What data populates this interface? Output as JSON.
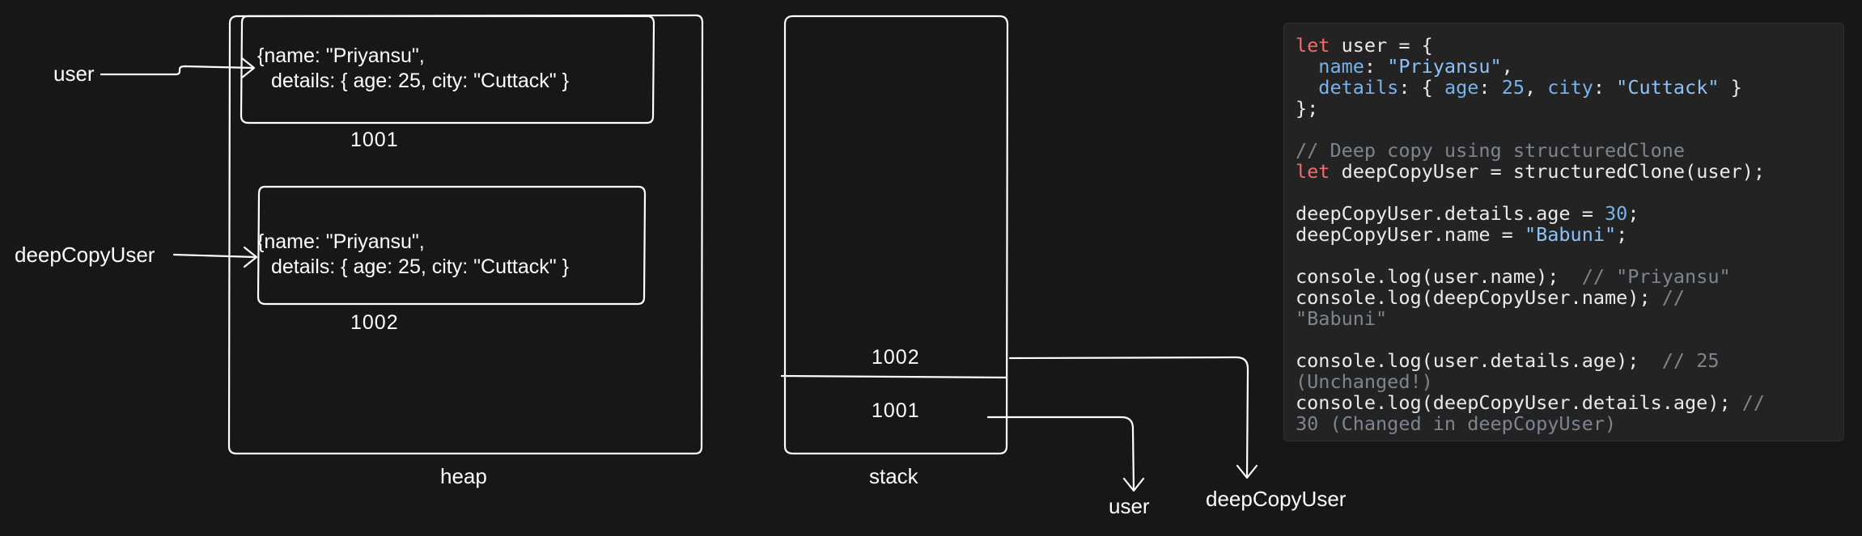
{
  "heap": {
    "label": "heap",
    "objects": [
      {
        "line1": "{name: \"Priyansu\",",
        "line2": "details: { age: 25, city: \"Cuttack\" }",
        "address": "1001"
      },
      {
        "line1": "{name: \"Priyansu\",",
        "line2": "details: { age: 25, city: \"Cuttack\" }",
        "address": "1002"
      }
    ]
  },
  "variables": {
    "user": "user",
    "deepCopyUser": "deepCopyUser"
  },
  "stack": {
    "label": "stack",
    "slots": [
      "1002",
      "1001"
    ]
  },
  "stack_outputs": {
    "user": "user",
    "deepCopyUser": "deepCopyUser"
  },
  "code": {
    "lines": [
      [
        [
          "kw",
          "let"
        ],
        [
          "t",
          " user = {"
        ]
      ],
      [
        [
          "t",
          "  "
        ],
        [
          "prop",
          "name"
        ],
        [
          "t",
          ": "
        ],
        [
          "str",
          "\"Priyansu\""
        ],
        [
          "t",
          ","
        ]
      ],
      [
        [
          "t",
          "  "
        ],
        [
          "prop",
          "details"
        ],
        [
          "t",
          ": { "
        ],
        [
          "prop",
          "age"
        ],
        [
          "t",
          ": "
        ],
        [
          "num",
          "25"
        ],
        [
          "t",
          ", "
        ],
        [
          "prop",
          "city"
        ],
        [
          "t",
          ": "
        ],
        [
          "str",
          "\"Cuttack\""
        ],
        [
          "t",
          " }"
        ]
      ],
      [
        [
          "t",
          "};"
        ]
      ],
      [],
      [
        [
          "cm",
          "// Deep copy using structuredClone"
        ]
      ],
      [
        [
          "kw",
          "let"
        ],
        [
          "t",
          " deepCopyUser = structuredClone(user);"
        ]
      ],
      [],
      [
        [
          "t",
          "deepCopyUser.details.age = "
        ],
        [
          "num",
          "30"
        ],
        [
          "t",
          ";"
        ]
      ],
      [
        [
          "t",
          "deepCopyUser.name = "
        ],
        [
          "str",
          "\"Babuni\""
        ],
        [
          "t",
          ";"
        ]
      ],
      [],
      [
        [
          "t",
          "console.log(user.name);  "
        ],
        [
          "cm",
          "// \"Priyansu\""
        ]
      ],
      [
        [
          "t",
          "console.log(deepCopyUser.name); "
        ],
        [
          "cm",
          "//"
        ]
      ],
      [
        [
          "cm",
          "\"Babuni\""
        ]
      ],
      [],
      [
        [
          "t",
          "console.log(user.details.age);  "
        ],
        [
          "cm",
          "// 25"
        ]
      ],
      [
        [
          "cm",
          "(Unchanged!)"
        ]
      ],
      [
        [
          "t",
          "console.log(deepCopyUser.details.age); "
        ],
        [
          "cm",
          "//"
        ]
      ],
      [
        [
          "cm",
          "30 (Changed in deepCopyUser)"
        ]
      ]
    ]
  },
  "colors": {
    "background": "#171717",
    "stroke": "#ffffff",
    "keyword": "#f26b6b",
    "property": "#78b3ee",
    "string": "#8dc2f7",
    "comment": "#7d8590",
    "panel": "#232323"
  }
}
